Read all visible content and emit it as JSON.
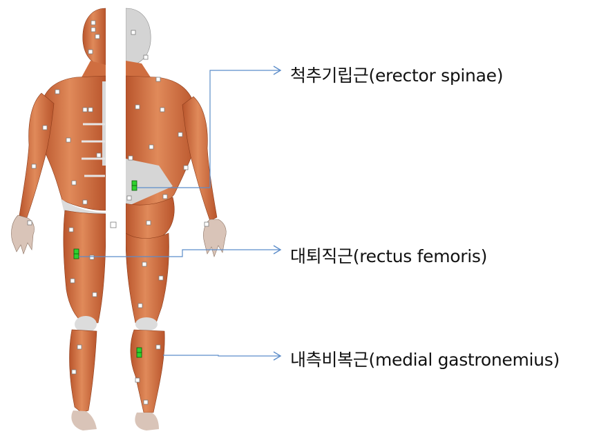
{
  "labels": {
    "erector_spinae": "척추기립근(erector spinae)",
    "rectus_femoris": "대퇴직근(rectus femoris)",
    "medial_gastrocnemius": "내측비복근(medial gastronemius)"
  },
  "colors": {
    "muscle": "#d9784a",
    "muscle_dark": "#b9552c",
    "tendon": "#d8d8d8",
    "leader_line": "#5b8cc9",
    "electrode_active": "#2fd12f",
    "electrode_inactive": "#ffffff"
  }
}
